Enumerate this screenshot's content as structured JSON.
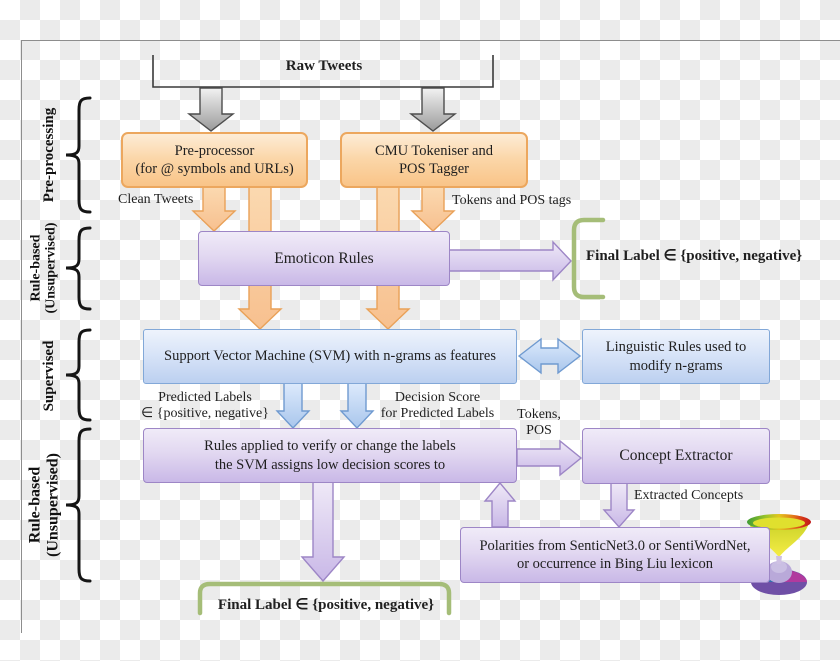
{
  "figure": {
    "stages": [
      {
        "lines": [
          "Pre-processing",
          ""
        ]
      },
      {
        "lines": [
          "Rule-based",
          "(Unsupervised)"
        ]
      },
      {
        "lines": [
          "Supervised",
          ""
        ]
      },
      {
        "lines": [
          "Rule-based",
          "(Unsupervised)"
        ]
      }
    ],
    "nodes": {
      "raw_tweets": "Raw Tweets",
      "pre_processor": {
        "lines": [
          "Pre-processor",
          "(for @ symbols and URLs)"
        ]
      },
      "cmu_tokeniser": {
        "lines": [
          "CMU Tokeniser and",
          "POS Tagger"
        ]
      },
      "emoticon_rules": "Emoticon Rules",
      "final_label_top": "Final Label ∈ {positive, negative}",
      "svm": "Support Vector Machine (SVM) with n-grams as features",
      "linguistic_rules": {
        "lines": [
          "Linguistic Rules used to",
          "modify n-grams"
        ]
      },
      "rules_verify": {
        "lines": [
          "Rules applied to verify or change the labels",
          "the SVM assigns low decision scores to"
        ]
      },
      "concept_extractor": "Concept Extractor",
      "polarities": {
        "lines": [
          "Polarities from SenticNet3.0 or SentiWordNet,",
          "or occurrence in Bing Liu lexicon"
        ]
      },
      "final_label_bottom": "Final Label ∈ {positive, negative}"
    },
    "edge_labels": {
      "clean_tweets": "Clean Tweets",
      "tokens_pos_tags": "Tokens and POS tags",
      "predicted_labels": {
        "lines": [
          "Predicted Labels",
          "∈ {positive, negative}"
        ]
      },
      "decision_score": {
        "lines": [
          "Decision Score",
          "for Predicted Labels"
        ]
      },
      "tokens_pos": {
        "lines": [
          "Tokens,",
          "POS"
        ]
      },
      "extracted_concepts": "Extracted Concepts"
    },
    "colors": {
      "orange_fill": "#fbd4a4",
      "orange_border": "#eca75e",
      "purple_fill": "#d9cdee",
      "purple_border": "#9d86c6",
      "blue_fill": "#cfdef5",
      "blue_border": "#82a8d8",
      "green_bracket": "#a5bd78",
      "gray_arrow_fill": "#c2c2c2",
      "gray_arrow_border": "#4d4d4d",
      "checker": "#ebebeb"
    },
    "logo": "senticnet-hourglass-logo"
  }
}
